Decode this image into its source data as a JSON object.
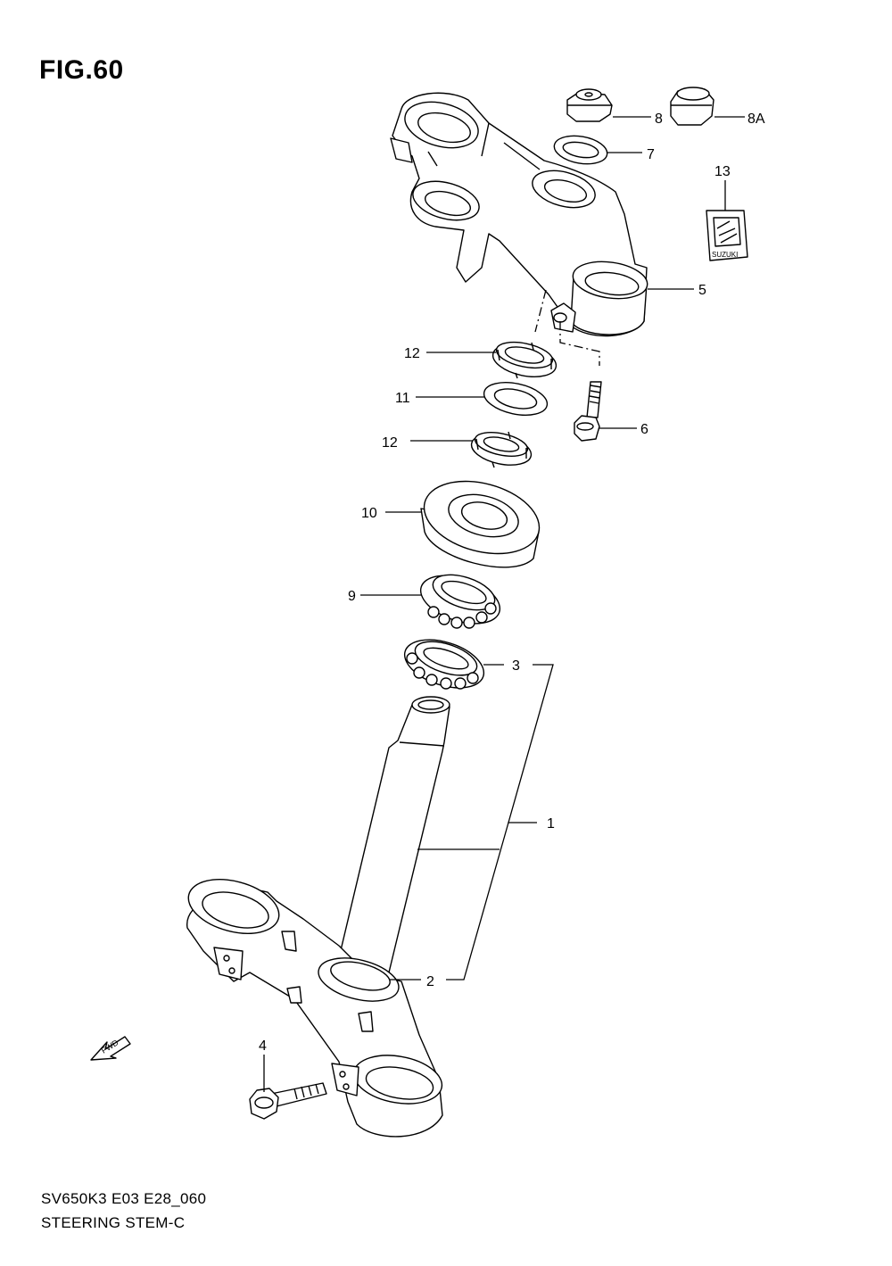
{
  "figure": {
    "title": "FIG.60"
  },
  "footer": {
    "code": "SV650K3 E03 E28_060",
    "name": "STEERING STEM-C"
  },
  "callouts": {
    "c1": "1",
    "c2": "2",
    "c3": "3",
    "c4": "4",
    "c5": "5",
    "c6": "6",
    "c7": "7",
    "c8": "8",
    "c8a": "8A",
    "c9": "9",
    "c10": "10",
    "c11": "11",
    "c12a": "12",
    "c12b": "12",
    "c13": "13"
  },
  "emblem": {
    "text": "SUZUKI"
  },
  "fwd": {
    "text": "FWD"
  }
}
